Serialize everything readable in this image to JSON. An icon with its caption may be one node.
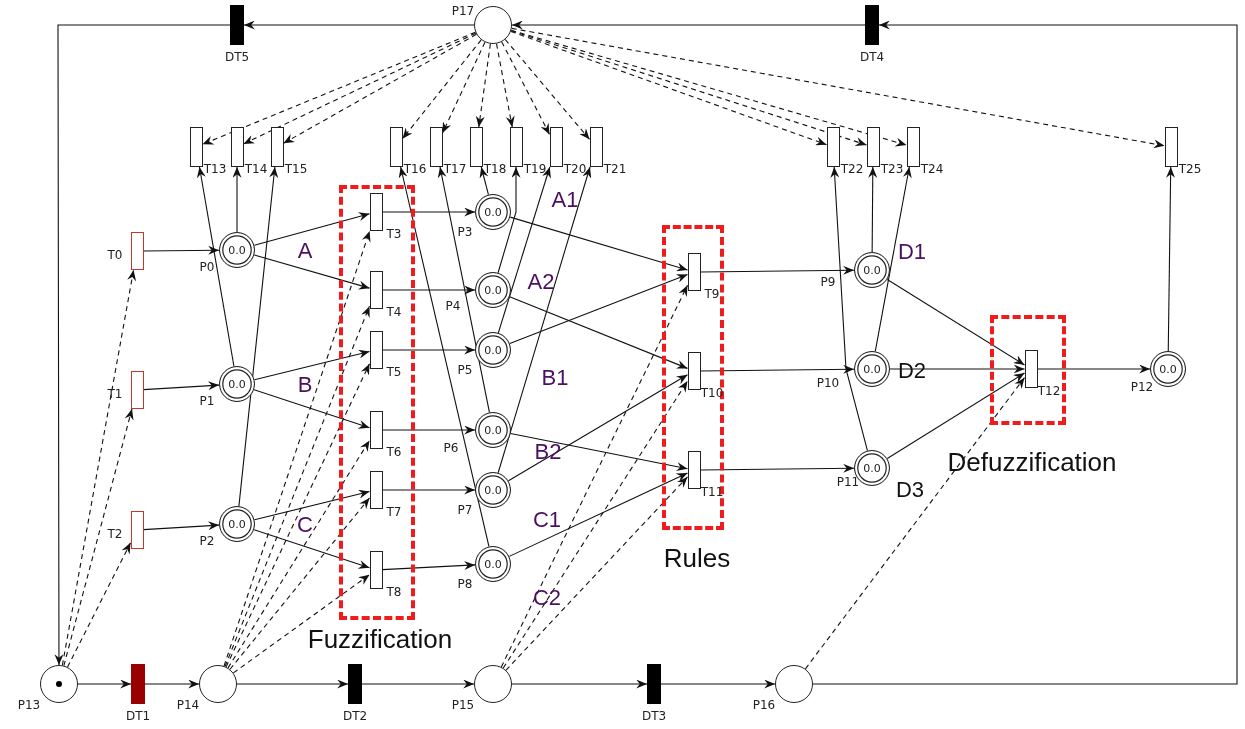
{
  "diagram": {
    "nodes": [
      {
        "text": [],
        "shape": "circle",
        "beside": [
          "P17"
        ]
      },
      {
        "text": [],
        "shape": "bar",
        "beside": [
          "DT5"
        ]
      },
      {
        "text": [],
        "shape": "bar",
        "beside": [
          "DT4"
        ]
      },
      {
        "text": [],
        "shape": "bar",
        "beside": [
          "T13"
        ]
      },
      {
        "text": [],
        "shape": "bar",
        "beside": [
          "T14"
        ]
      },
      {
        "text": [],
        "shape": "bar",
        "beside": [
          "T15"
        ]
      },
      {
        "text": [],
        "shape": "bar",
        "beside": [
          "T16"
        ]
      },
      {
        "text": [],
        "shape": "bar",
        "beside": [
          "T17"
        ]
      },
      {
        "text": [],
        "shape": "bar",
        "beside": [
          "T18"
        ]
      },
      {
        "text": [],
        "shape": "bar",
        "beside": [
          "T19"
        ]
      },
      {
        "text": [],
        "shape": "bar",
        "beside": [
          "T20"
        ]
      },
      {
        "text": [],
        "shape": "bar",
        "beside": [
          "T21"
        ]
      },
      {
        "text": [],
        "shape": "bar",
        "beside": [
          "T22"
        ]
      },
      {
        "text": [],
        "shape": "bar",
        "beside": [
          "T23"
        ]
      },
      {
        "text": [],
        "shape": "bar",
        "beside": [
          "T24"
        ]
      },
      {
        "text": [],
        "shape": "bar",
        "beside": [
          "T25"
        ]
      },
      {
        "text": [
          "Fuzzification"
        ]
      },
      {
        "text": [
          "Rules"
        ]
      },
      {
        "text": [
          "Defuzzification"
        ]
      },
      {
        "text": [],
        "shape": "bar",
        "beside": [
          "T0"
        ]
      },
      {
        "text": [],
        "shape": "bar",
        "beside": [
          "T1"
        ]
      },
      {
        "text": [],
        "shape": "bar",
        "beside": [
          "T2"
        ]
      },
      {
        "text": [
          "0.0"
        ],
        "beside": [
          "P0",
          "A"
        ]
      },
      {
        "text": [
          "0.0"
        ],
        "beside": [
          "P1",
          "B"
        ]
      },
      {
        "text": [
          "0.0"
        ],
        "beside": [
          "P2",
          "C"
        ]
      },
      {
        "text": [],
        "shape": "bar",
        "beside": [
          "T3"
        ],
        "in": 16
      },
      {
        "text": [],
        "shape": "bar",
        "beside": [
          "T4"
        ],
        "in": 16
      },
      {
        "text": [],
        "shape": "bar",
        "beside": [
          "T5"
        ],
        "in": 16
      },
      {
        "text": [],
        "shape": "bar",
        "beside": [
          "T6"
        ],
        "in": 16
      },
      {
        "text": [],
        "shape": "bar",
        "beside": [
          "T7"
        ],
        "in": 16
      },
      {
        "text": [],
        "shape": "bar",
        "beside": [
          "T8"
        ],
        "in": 16
      },
      {
        "text": [
          "0.0"
        ],
        "beside": [
          "P3",
          "A1"
        ]
      },
      {
        "text": [
          "0.0"
        ],
        "beside": [
          "P4",
          "A2"
        ]
      },
      {
        "text": [
          "0.0"
        ],
        "beside": [
          "P5",
          "B1"
        ]
      },
      {
        "text": [
          "0.0"
        ],
        "beside": [
          "P6",
          "B2"
        ]
      },
      {
        "text": [
          "0.0"
        ],
        "beside": [
          "P7",
          "C1"
        ]
      },
      {
        "text": [
          "0.0"
        ],
        "beside": [
          "P8",
          "C2"
        ]
      },
      {
        "text": [],
        "shape": "bar",
        "beside": [
          "T9"
        ],
        "in": 17
      },
      {
        "text": [],
        "shape": "bar",
        "beside": [
          "T10"
        ],
        "in": 17
      },
      {
        "text": [],
        "shape": "bar",
        "beside": [
          "T11"
        ],
        "in": 17
      },
      {
        "text": [
          "0.0"
        ],
        "beside": [
          "P9",
          "D1"
        ]
      },
      {
        "text": [
          "0.0"
        ],
        "beside": [
          "P10",
          "D2"
        ]
      },
      {
        "text": [
          "0.0"
        ],
        "beside": [
          "P11",
          "D3"
        ]
      },
      {
        "text": [],
        "shape": "bar",
        "beside": [
          "T12"
        ],
        "in": 18
      },
      {
        "text": [
          "0.0"
        ],
        "beside": [
          "P12"
        ]
      },
      {
        "text": [],
        "shape": "circle",
        "beside": [
          "P13"
        ]
      },
      {
        "text": [],
        "shape": "bar",
        "beside": [
          "DT1"
        ]
      },
      {
        "text": [],
        "shape": "circle",
        "beside": [
          "P14"
        ]
      },
      {
        "text": [],
        "shape": "bar",
        "beside": [
          "DT2"
        ]
      },
      {
        "text": [],
        "shape": "circle",
        "beside": [
          "P15"
        ]
      },
      {
        "text": [],
        "shape": "bar",
        "beside": [
          "DT3"
        ]
      },
      {
        "text": [],
        "shape": "circle",
        "beside": [
          "P16"
        ]
      }
    ],
    "edges": [
      {
        "from": 19,
        "to": 22,
        "arrow": "to"
      },
      {
        "from": 20,
        "to": 23,
        "arrow": "to"
      },
      {
        "from": 21,
        "to": 24,
        "arrow": "to"
      },
      {
        "from": 22,
        "to": 25,
        "arrow": "to"
      },
      {
        "from": 22,
        "to": 26,
        "arrow": "to"
      },
      {
        "from": 23,
        "to": 27,
        "arrow": "to"
      },
      {
        "from": 23,
        "to": 28,
        "arrow": "to"
      },
      {
        "from": 24,
        "to": 29,
        "arrow": "to"
      },
      {
        "from": 24,
        "to": 30,
        "arrow": "to"
      },
      {
        "from": 25,
        "to": 31,
        "arrow": "to"
      },
      {
        "from": 26,
        "to": 32,
        "arrow": "to"
      },
      {
        "from": 27,
        "to": 33,
        "arrow": "to"
      },
      {
        "from": 28,
        "to": 34,
        "arrow": "to"
      },
      {
        "from": 29,
        "to": 35,
        "arrow": "to"
      },
      {
        "from": 30,
        "to": 36,
        "arrow": "to"
      },
      {
        "from": 31,
        "to": 37,
        "arrow": "to"
      },
      {
        "from": 33,
        "to": 37,
        "arrow": "to"
      },
      {
        "from": 32,
        "to": 38,
        "arrow": "to"
      },
      {
        "from": 35,
        "to": 38,
        "arrow": "to"
      },
      {
        "from": 34,
        "to": 39,
        "arrow": "to"
      },
      {
        "from": 36,
        "to": 39,
        "arrow": "to"
      },
      {
        "from": 37,
        "to": 40,
        "arrow": "to"
      },
      {
        "from": 38,
        "to": 41,
        "arrow": "to"
      },
      {
        "from": 39,
        "to": 42,
        "arrow": "to"
      },
      {
        "from": 40,
        "to": 43,
        "arrow": "to"
      },
      {
        "from": 41,
        "to": 43,
        "arrow": "to"
      },
      {
        "from": 42,
        "to": 43,
        "arrow": "to"
      },
      {
        "from": 43,
        "to": 44,
        "arrow": "to"
      },
      {
        "from": 23,
        "to": 3,
        "arrow": "to"
      },
      {
        "from": 22,
        "to": 4,
        "arrow": "to"
      },
      {
        "from": 24,
        "to": 5,
        "arrow": "to"
      },
      {
        "from": 36,
        "to": 6,
        "arrow": "to"
      },
      {
        "from": 34,
        "to": 7,
        "arrow": "to"
      },
      {
        "from": 31,
        "to": 8,
        "arrow": "to"
      },
      {
        "from": 32,
        "to": 9,
        "arrow": "to"
      },
      {
        "from": 33,
        "to": 10,
        "arrow": "to"
      },
      {
        "from": 35,
        "to": 11,
        "arrow": "to"
      },
      {
        "from": 42,
        "to": 12,
        "arrow": "to"
      },
      {
        "from": 40,
        "to": 13,
        "arrow": "to"
      },
      {
        "from": 41,
        "to": 14,
        "arrow": "to"
      },
      {
        "from": 44,
        "to": 15,
        "arrow": "to"
      },
      {
        "from": 45,
        "to": 46,
        "arrow": "to"
      },
      {
        "from": 46,
        "to": 47,
        "arrow": "to"
      },
      {
        "from": 47,
        "to": 48,
        "arrow": "to"
      },
      {
        "from": 48,
        "to": 49,
        "arrow": "to"
      },
      {
        "from": 49,
        "to": 50,
        "arrow": "to"
      },
      {
        "from": 50,
        "to": 51,
        "arrow": "to"
      },
      {
        "from": 51,
        "to": 2,
        "arrow": "to"
      },
      {
        "from": 2,
        "to": 0,
        "arrow": "to"
      },
      {
        "from": 0,
        "to": 1,
        "arrow": "to"
      },
      {
        "from": 1,
        "to": 45,
        "arrow": "to"
      },
      {
        "from": 0,
        "to": 3,
        "arrow": "to",
        "style": "dashed"
      },
      {
        "from": 0,
        "to": 4,
        "arrow": "to",
        "style": "dashed"
      },
      {
        "from": 0,
        "to": 5,
        "arrow": "to",
        "style": "dashed"
      },
      {
        "from": 0,
        "to": 6,
        "arrow": "to",
        "style": "dashed"
      },
      {
        "from": 0,
        "to": 7,
        "arrow": "to",
        "style": "dashed"
      },
      {
        "from": 0,
        "to": 8,
        "arrow": "to",
        "style": "dashed"
      },
      {
        "from": 0,
        "to": 9,
        "arrow": "to",
        "style": "dashed"
      },
      {
        "from": 0,
        "to": 10,
        "arrow": "to",
        "style": "dashed"
      },
      {
        "from": 0,
        "to": 11,
        "arrow": "to",
        "style": "dashed"
      },
      {
        "from": 0,
        "to": 12,
        "arrow": "to",
        "style": "dashed"
      },
      {
        "from": 0,
        "to": 13,
        "arrow": "to",
        "style": "dashed"
      },
      {
        "from": 0,
        "to": 14,
        "arrow": "to",
        "style": "dashed"
      },
      {
        "from": 0,
        "to": 15,
        "arrow": "to",
        "style": "dashed"
      },
      {
        "from": 45,
        "to": 19,
        "arrow": "to",
        "style": "dashed"
      },
      {
        "from": 45,
        "to": 20,
        "arrow": "to",
        "style": "dashed"
      },
      {
        "from": 45,
        "to": 21,
        "arrow": "to",
        "style": "dashed"
      },
      {
        "from": 47,
        "to": 25,
        "arrow": "to",
        "style": "dashed"
      },
      {
        "from": 47,
        "to": 26,
        "arrow": "to",
        "style": "dashed"
      },
      {
        "from": 47,
        "to": 27,
        "arrow": "to",
        "style": "dashed"
      },
      {
        "from": 47,
        "to": 28,
        "arrow": "to",
        "style": "dashed"
      },
      {
        "from": 47,
        "to": 29,
        "arrow": "to",
        "style": "dashed"
      },
      {
        "from": 47,
        "to": 30,
        "arrow": "to",
        "style": "dashed"
      },
      {
        "from": 49,
        "to": 37,
        "arrow": "to",
        "style": "dashed"
      },
      {
        "from": 49,
        "to": 38,
        "arrow": "to",
        "style": "dashed"
      },
      {
        "from": 49,
        "to": 39,
        "arrow": "to",
        "style": "dashed"
      },
      {
        "from": 51,
        "to": 43,
        "arrow": "to",
        "style": "dashed"
      }
    ]
  }
}
